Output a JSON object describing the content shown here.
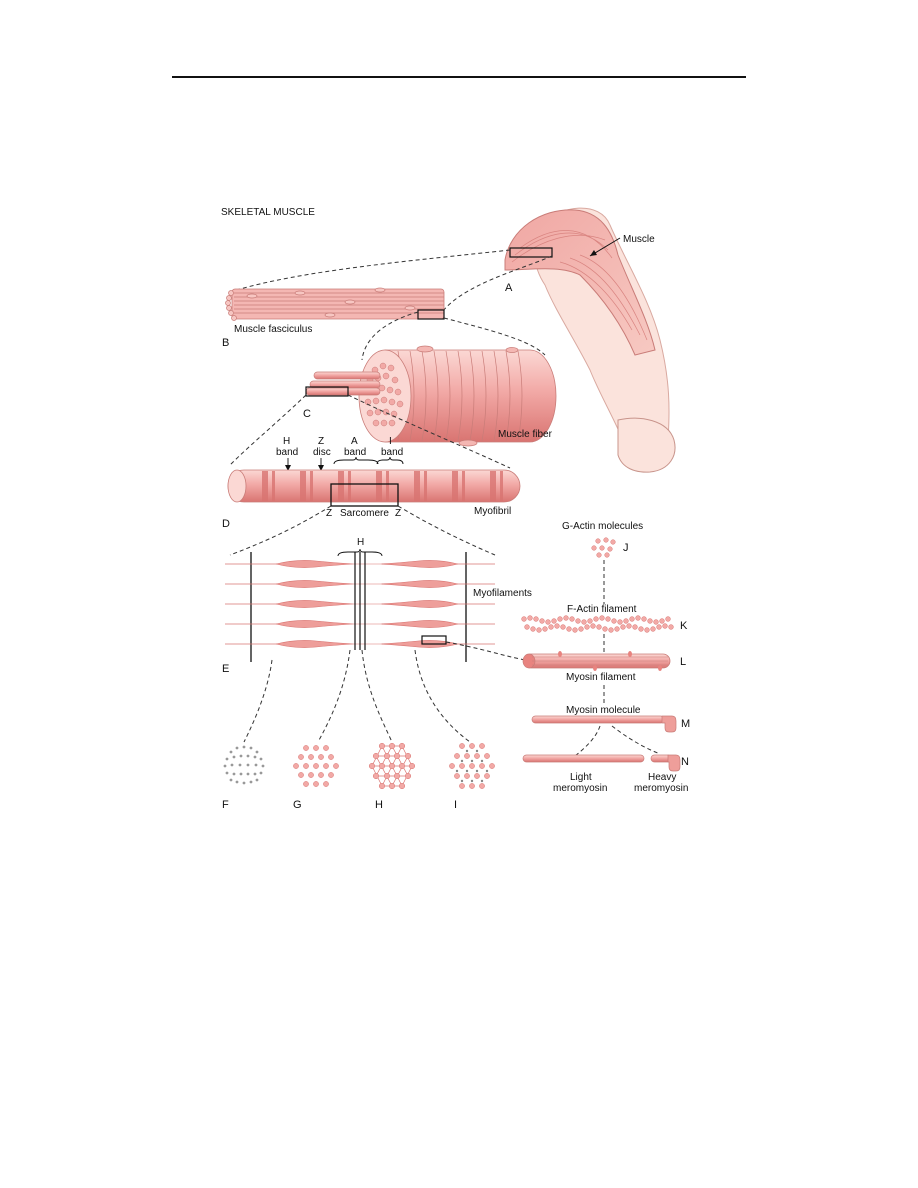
{
  "title": "SKELETAL MUSCLE",
  "panel_letters": {
    "A": "A",
    "B": "B",
    "C": "C",
    "D": "D",
    "E": "E",
    "F": "F",
    "G": "G",
    "H": "H",
    "I": "I",
    "J": "J",
    "K": "K",
    "L": "L",
    "M": "M",
    "N": "N"
  },
  "labels": {
    "muscle": "Muscle",
    "muscle_fasciculus": "Muscle fasciculus",
    "muscle_fiber": "Muscle fiber",
    "myofibril": "Myofibril",
    "myofilaments": "Myofilaments",
    "h_band_1": "H",
    "h_band_2": "band",
    "z_disc_1": "Z",
    "z_disc_2": "disc",
    "a_band_1": "A",
    "a_band_2": "band",
    "i_band_1": "I",
    "i_band_2": "band",
    "sarcomere_z_left": "Z",
    "sarcomere": "Sarcomere",
    "sarcomere_z_right": "Z",
    "h_zone": "H",
    "g_actin": "G-Actin molecules",
    "f_actin": "F-Actin filament",
    "myosin_filament": "Myosin filament",
    "myosin_molecule": "Myosin molecule",
    "light_1": "Light",
    "light_2": "meromyosin",
    "heavy_1": "Heavy",
    "heavy_2": "meromyosin"
  },
  "colors": {
    "muscle": "#f2a9a6",
    "muscle_dark": "#d97471",
    "muscle_light": "#fbd8d4",
    "skin": "#fbe3dc",
    "outline": "#7a4a48",
    "ink": "#111111"
  }
}
